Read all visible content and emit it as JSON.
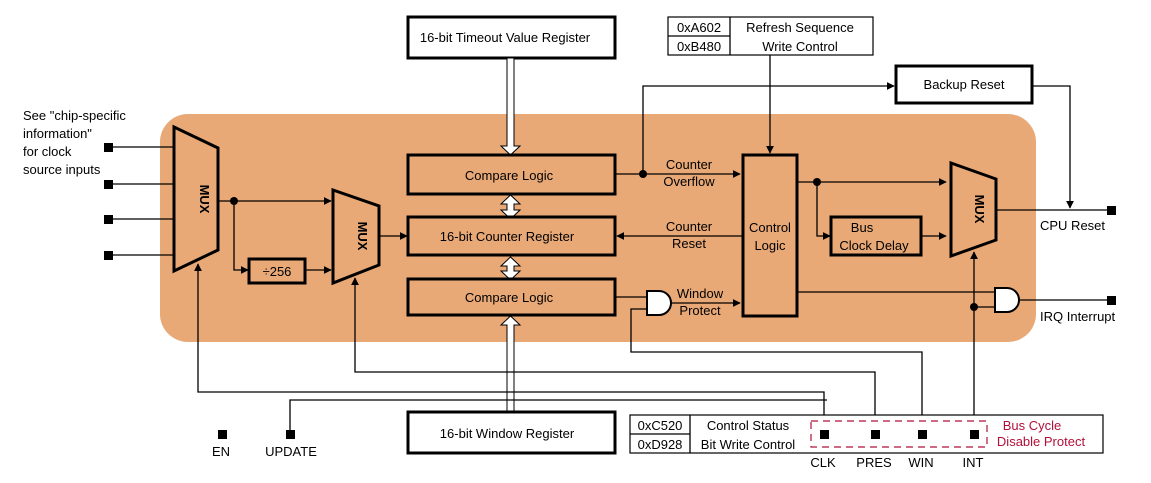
{
  "notes": {
    "clock_source": [
      "See \"chip-specific",
      "information\"",
      "for clock",
      "source inputs"
    ]
  },
  "blocks": {
    "timeout_register": "16-bit Timeout Value Register",
    "compare_logic_top": "Compare Logic",
    "counter_register": "16-bit Counter Register",
    "compare_logic_bottom": "Compare Logic",
    "window_register": "16-bit Window Register",
    "control_logic": [
      "Control",
      "Logic"
    ],
    "bus_clock_delay": [
      "Bus",
      "Clock Delay"
    ],
    "backup_reset": "Backup Reset",
    "prescaler": "÷256",
    "mux": "MUX"
  },
  "refresh": {
    "codes": [
      "0xA602",
      "0xB480"
    ],
    "label": [
      "Refresh Sequence",
      "Write Control"
    ]
  },
  "control_status": {
    "codes": [
      "0xC520",
      "0xD928"
    ],
    "label": [
      "Control Status",
      "Bit Write Control"
    ]
  },
  "signals": {
    "counter_overflow": [
      "Counter",
      "Overflow"
    ],
    "counter_reset": [
      "Counter",
      "Reset"
    ],
    "window_protect": [
      "Window",
      "Protect"
    ],
    "cpu_reset": "CPU Reset",
    "irq_interrupt": "IRQ Interrupt",
    "bus_cycle": [
      "Bus Cycle",
      "Disable Protect"
    ]
  },
  "pins": {
    "en": "EN",
    "update": "UPDATE",
    "clk": "CLK",
    "pres": "PRES",
    "win": "WIN",
    "int": "INT"
  },
  "colors": {
    "module_fill": "#e8a977",
    "protect_accent": "#b0103a"
  }
}
